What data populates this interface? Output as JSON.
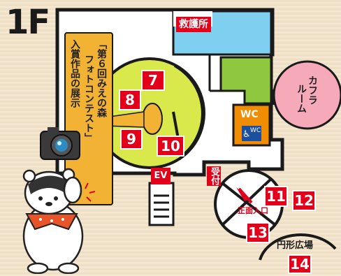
{
  "floor": "1F",
  "labels": {
    "first_aid": "救護所",
    "color_room": "カフラルーム",
    "color_room_line1": "カフラ",
    "color_room_line2": "ルーム",
    "wc": "WC",
    "wc_small": "WC",
    "ev": "EV",
    "reception": "受付",
    "main_entrance": "正面入口",
    "circle_plaza": "円形広場",
    "exhibit_line1": "「第６回みえの森",
    "exhibit_line2": "フォトコンテスト」",
    "exhibit_line3": "入賞作品の展示"
  },
  "spots": [
    "7",
    "8",
    "9",
    "10",
    "11",
    "12",
    "13",
    "14"
  ],
  "colors": {
    "red": "#e2001a",
    "yellow": "#d9e84a",
    "blue": "#7fcff0",
    "green": "#8fc73e",
    "pink": "#f6a9b8",
    "orange": "#f2b233",
    "wc_orange": "#f28c00"
  }
}
